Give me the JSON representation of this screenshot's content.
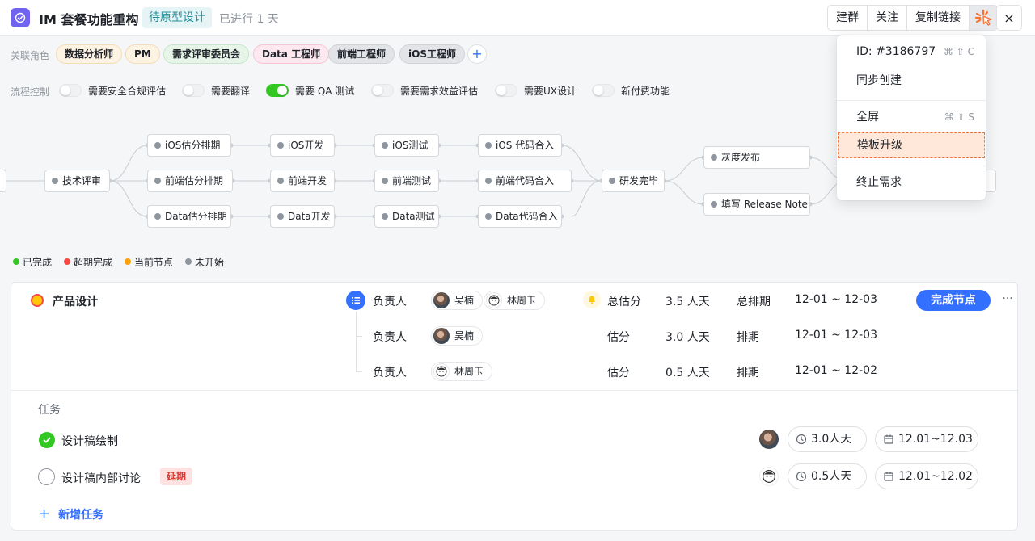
{
  "header": {
    "title": "IM 套餐功能重构",
    "status": "待原型设计",
    "duration": "已进行 1 天",
    "buttons": [
      "建群",
      "关注",
      "复制链接"
    ],
    "close": "×"
  },
  "roles": {
    "label": "关联角色",
    "items": [
      "数据分析师",
      "PM",
      "需求评审委员会",
      "Data 工程师",
      "前端工程师",
      "iOS工程师"
    ],
    "add": "+"
  },
  "flow_control": {
    "label": "流程控制",
    "toggles": [
      {
        "label": "需要安全合规评估",
        "on": false
      },
      {
        "label": "需要翻译",
        "on": false
      },
      {
        "label": "需要 QA 测试",
        "on": true
      },
      {
        "label": "需要需求效益评估",
        "on": false
      },
      {
        "label": "需要UX设计",
        "on": false
      },
      {
        "label": "新付费功能",
        "on": false
      }
    ]
  },
  "flow": {
    "nodes": {
      "tech_review": "技术评审",
      "ios_plan": "iOS估分排期",
      "fe_plan": "前端估分排期",
      "data_plan": "Data估分排期",
      "ios_dev": "iOS开发",
      "fe_dev": "前端开发",
      "data_dev": "Data开发",
      "ios_test": "iOS测试",
      "fe_test": "前端测试",
      "data_test": "Data测试",
      "ios_merge": "iOS 代码合入",
      "fe_merge": "前端代码合入",
      "data_merge": "Data代码合入",
      "dev_done": "研发完毕",
      "gray_release": "灰度发布",
      "release_note": "填写 Release Note"
    }
  },
  "legend": [
    {
      "label": "已完成",
      "color": "#34c724"
    },
    {
      "label": "超期完成",
      "color": "#f54a45"
    },
    {
      "label": "当前节点",
      "color": "#ffa20a"
    },
    {
      "label": "未开始",
      "color": "#8f959e"
    }
  ],
  "stage": {
    "title": "产品设计",
    "owner_label": "负责人",
    "rows": [
      {
        "owners": [
          "吴楠",
          "林周玉"
        ],
        "estimate_label": "总估分",
        "estimate": "3.5 人天",
        "schedule_label": "总排期",
        "schedule": "12-01 ~ 12-03"
      },
      {
        "owners": [
          "吴楠"
        ],
        "estimate_label": "估分",
        "estimate": "3.0 人天",
        "schedule_label": "排期",
        "schedule": "12-01 ~ 12-03"
      },
      {
        "owners": [
          "林周玉"
        ],
        "estimate_label": "估分",
        "estimate": "0.5 人天",
        "schedule_label": "排期",
        "schedule": "12-01 ~ 12-02"
      }
    ],
    "complete_button": "完成节点",
    "more": "···"
  },
  "tasks": {
    "label": "任务",
    "items": [
      {
        "title": "设计稿绘制",
        "done": true,
        "effort": "3.0人天",
        "dates": "12.01~12.03"
      },
      {
        "title": "设计稿内部讨论",
        "done": false,
        "tag": "延期",
        "effort": "0.5人天",
        "dates": "12.01~12.02"
      }
    ],
    "add_label": "新增任务",
    "add_icon": "+"
  },
  "menu": {
    "id_label": "ID: #3186797",
    "id_shortcut": "⌘ ⇧ C",
    "sync_create": "同步创建",
    "fullscreen": "全屏",
    "fullscreen_shortcut": "⌘ ⇧ S",
    "template_upgrade": "模板升级",
    "terminate": "终止需求"
  },
  "colors": {
    "primary": "#3370ff",
    "status_teal": "#21909c",
    "highlight_orange": "#f77234"
  }
}
